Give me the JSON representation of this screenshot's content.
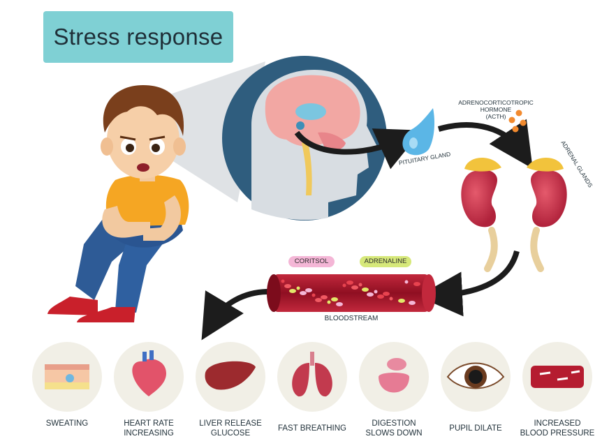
{
  "title": "Stress response",
  "labels": {
    "acth": [
      "ADRENOCORTICOTROPIC",
      "HORMONE",
      "(ACTH)"
    ],
    "pituitary": "PITUITARY GLAND",
    "adrenal": "ADRENAL GLANDS",
    "bloodstream": "BLOODSTREAM"
  },
  "hormones": [
    {
      "label": "CORITSOL",
      "color": "#f4b6d6"
    },
    {
      "label": "ADRENALINE",
      "color": "#d6e87a"
    }
  ],
  "effects": [
    {
      "lines": [
        "SWEATING"
      ],
      "icon": "skin-icon"
    },
    {
      "lines": [
        "HEART RATE",
        "INCREASING"
      ],
      "icon": "heart-icon"
    },
    {
      "lines": [
        "LIVER RELEASE",
        "GLUCOSE"
      ],
      "icon": "liver-icon"
    },
    {
      "lines": [
        "FAST BREATHING"
      ],
      "icon": "lungs-icon"
    },
    {
      "lines": [
        "DIGESTION",
        "SLOWS DOWN"
      ],
      "icon": "intestine-icon"
    },
    {
      "lines": [
        "PUPIL DILATE"
      ],
      "icon": "eye-icon"
    },
    {
      "lines": [
        "INCREASED",
        "BLOOD PRESSURE"
      ],
      "icon": "blood-vessel-icon"
    }
  ],
  "colors": {
    "title_bg": "#7fd0d4",
    "head_circle": "#2f5d7e",
    "kidney": "#c8304a",
    "adrenal": "#f2c33c",
    "vessel": "#a5152a"
  }
}
